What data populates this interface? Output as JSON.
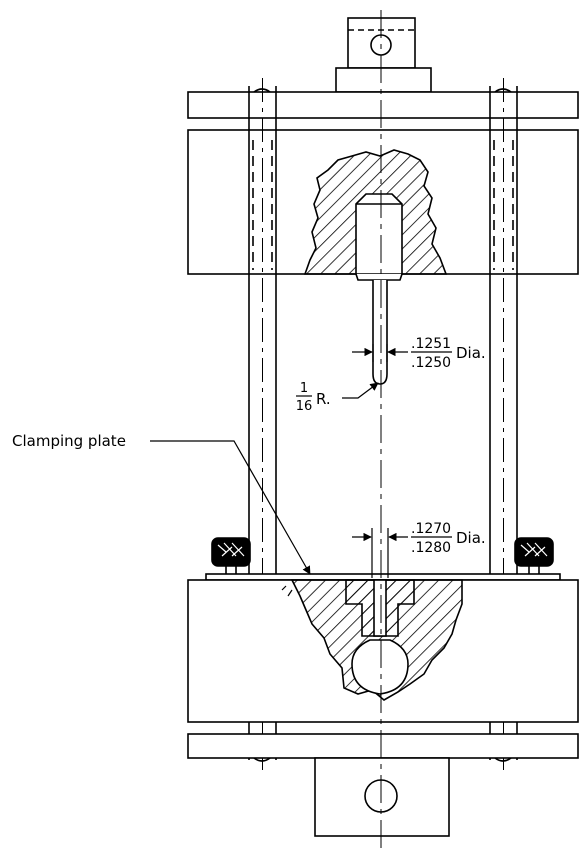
{
  "callouts": {
    "clamping_plate": "Clamping plate",
    "radius_num": "1",
    "radius_den": "16",
    "radius_unit": "R.",
    "punch_dia_upper": ".1251",
    "punch_dia_lower": ".1250",
    "punch_dia_unit": "Dia.",
    "hole_dia_upper": ".1270",
    "hole_dia_lower": ".1280",
    "hole_dia_unit": "Dia."
  },
  "colors": {
    "line": "#000000",
    "background": "#ffffff"
  }
}
